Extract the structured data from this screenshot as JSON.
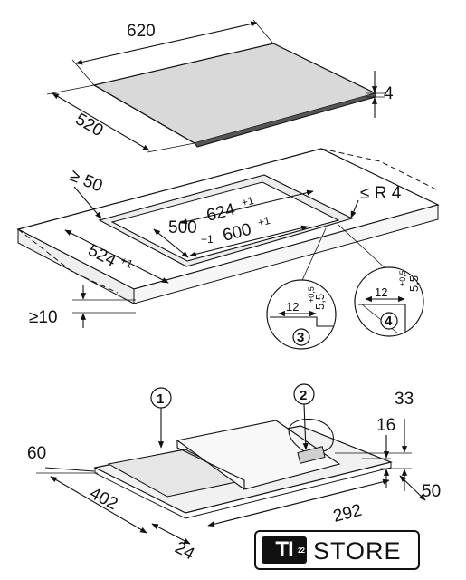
{
  "top_view": {
    "width": "620",
    "depth": "520",
    "thickness": "4"
  },
  "cutout": {
    "min_distance": "≥ 50",
    "radius": "≤ R 4",
    "outer_width": "624",
    "outer_width_tol": "+1",
    "inner_width": "600",
    "inner_width_tol": "+1",
    "inner_depth": "500",
    "inner_depth_tol": "+1",
    "outer_depth": "524",
    "outer_depth_tol": "+1",
    "min_worktop": "≥10"
  },
  "detail_3": {
    "label": "3",
    "width": "12",
    "depth": "5,5",
    "tol": "+0,5"
  },
  "detail_4": {
    "label": "4",
    "width": "12",
    "depth": "5,5",
    "tol": "+0,5"
  },
  "bottom_view": {
    "callout_1": "1",
    "callout_2": "2",
    "dim_33": "33",
    "dim_16": "16",
    "dim_60": "60",
    "dim_402": "402",
    "dim_24": "24",
    "dim_50": "50",
    "dim_292": "292"
  },
  "logo": {
    "mark": "TI",
    "mark_sup": "22",
    "text": "STORE"
  }
}
